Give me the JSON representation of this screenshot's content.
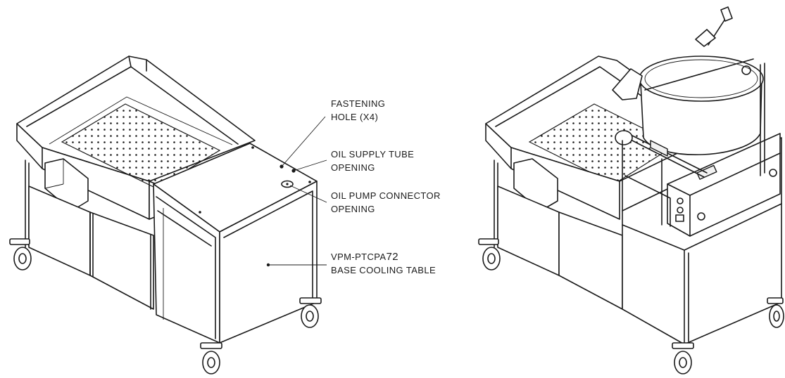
{
  "callouts": {
    "fastening_hole": {
      "line1": "FASTENING",
      "line2": "HOLE (X4)"
    },
    "oil_supply_tube": {
      "line1": "OIL SUPPLY TUBE",
      "line2": "OPENING"
    },
    "oil_pump_connector": {
      "line1": "OIL PUMP CONNECTOR",
      "line2": "OPENING"
    },
    "base_table": {
      "model_prefix": "VPM-PTCPA",
      "model_number": "72",
      "line2": "BASE COOLING TABLE"
    }
  },
  "colors": {
    "ink": "#1a1a1a",
    "background": "#ffffff"
  }
}
